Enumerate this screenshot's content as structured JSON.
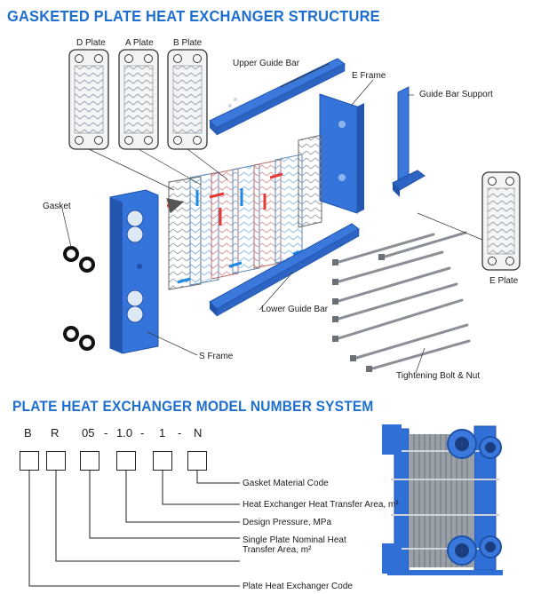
{
  "structure": {
    "title": "GASKETED PLATE HEAT EXCHANGER STRUCTURE",
    "labels": {
      "d_plate": "D Plate",
      "a_plate": "A Plate",
      "b_plate": "B Plate",
      "upper_guide_bar": "Upper Guide Bar",
      "e_frame": "E Frame",
      "guide_bar_support": "Guide Bar Support",
      "gasket": "Gasket",
      "e_plate": "E Plate",
      "lower_guide_bar": "Lower Guide Bar",
      "s_frame": "S Frame",
      "tightening_bolt_nut": "Tightening Bolt & Nut"
    }
  },
  "model_system": {
    "title": "PLATE HEAT EXCHANGER MODEL NUMBER SYSTEM",
    "code_parts": [
      "B",
      "R",
      "05",
      "-",
      "1.0",
      "-",
      "1",
      "-",
      "N"
    ],
    "descriptions": {
      "gasket_material": "Gasket Material Code",
      "transfer_area": "Heat Exchanger Heat Transfer Area, m²",
      "design_pressure": "Design Pressure, MPa",
      "nominal_area_line1": "Single Plate Nominal Heat",
      "nominal_area_line2": "Transfer Area, m²",
      "model_code": "Plate Heat Exchanger Code"
    }
  },
  "colors": {
    "heading": "#1e6fd0",
    "frame_blue": "#2f6fd6",
    "frame_dark": "#1f52a8",
    "hot": "#e53935",
    "cold": "#1e88e5",
    "plate_gray": "#c9ced4"
  }
}
